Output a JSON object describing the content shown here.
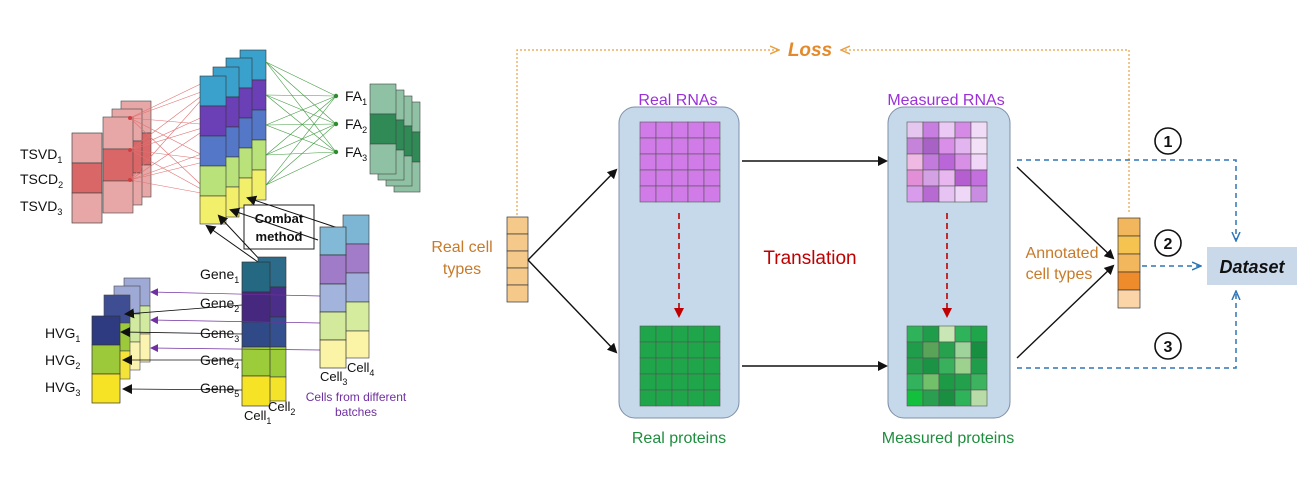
{
  "left": {
    "tsvd_labels": [
      {
        "base": "TSVD",
        "sub": "1"
      },
      {
        "base": "TSCD",
        "sub": "2"
      },
      {
        "base": "TSVD",
        "sub": "3"
      }
    ],
    "fa_labels": [
      {
        "base": "FA",
        "sub": "1"
      },
      {
        "base": "FA",
        "sub": "2"
      },
      {
        "base": "FA",
        "sub": "3"
      }
    ],
    "combat_line1": "Combat",
    "combat_line2": "method",
    "gene_labels": [
      {
        "base": "Gene",
        "sub": "1"
      },
      {
        "base": "Gene",
        "sub": "2"
      },
      {
        "base": "Gene",
        "sub": "3"
      },
      {
        "base": "Gene",
        "sub": "4"
      },
      {
        "base": "Gene",
        "sub": "5"
      }
    ],
    "hvg_labels": [
      {
        "base": "HVG",
        "sub": "1"
      },
      {
        "base": "HVG",
        "sub": "2"
      },
      {
        "base": "HVG",
        "sub": "3"
      }
    ],
    "cell_labels": [
      {
        "base": "Cell",
        "sub": "1"
      },
      {
        "base": "Cell",
        "sub": "2"
      },
      {
        "base": "Cell",
        "sub": "3"
      },
      {
        "base": "Cell",
        "sub": "4"
      }
    ],
    "batches_line1": "Cells from different",
    "batches_line2": "batches"
  },
  "right": {
    "loss": "Loss",
    "real_rnas": "Real RNAs",
    "measured_rnas": "Measured RNAs",
    "real_proteins": "Real proteins",
    "measured_proteins": "Measured proteins",
    "translation": "Translation",
    "real_cell_types_line1": "Real cell",
    "real_cell_types_line2": "types",
    "annotated_line1": "Annotated",
    "annotated_line2": "cell types",
    "dataset": "Dataset",
    "step_numbers": [
      "1",
      "2",
      "3"
    ]
  },
  "colors": {
    "orange_text": "#c77a2a",
    "purple_text": "#8a2be2",
    "green_text": "#1e8e3e",
    "red_text": "#c00000",
    "panel_fill": "#c5d9ea",
    "dashed_blue": "#2e75b6",
    "dataset_fill": "#c9d9ea"
  }
}
